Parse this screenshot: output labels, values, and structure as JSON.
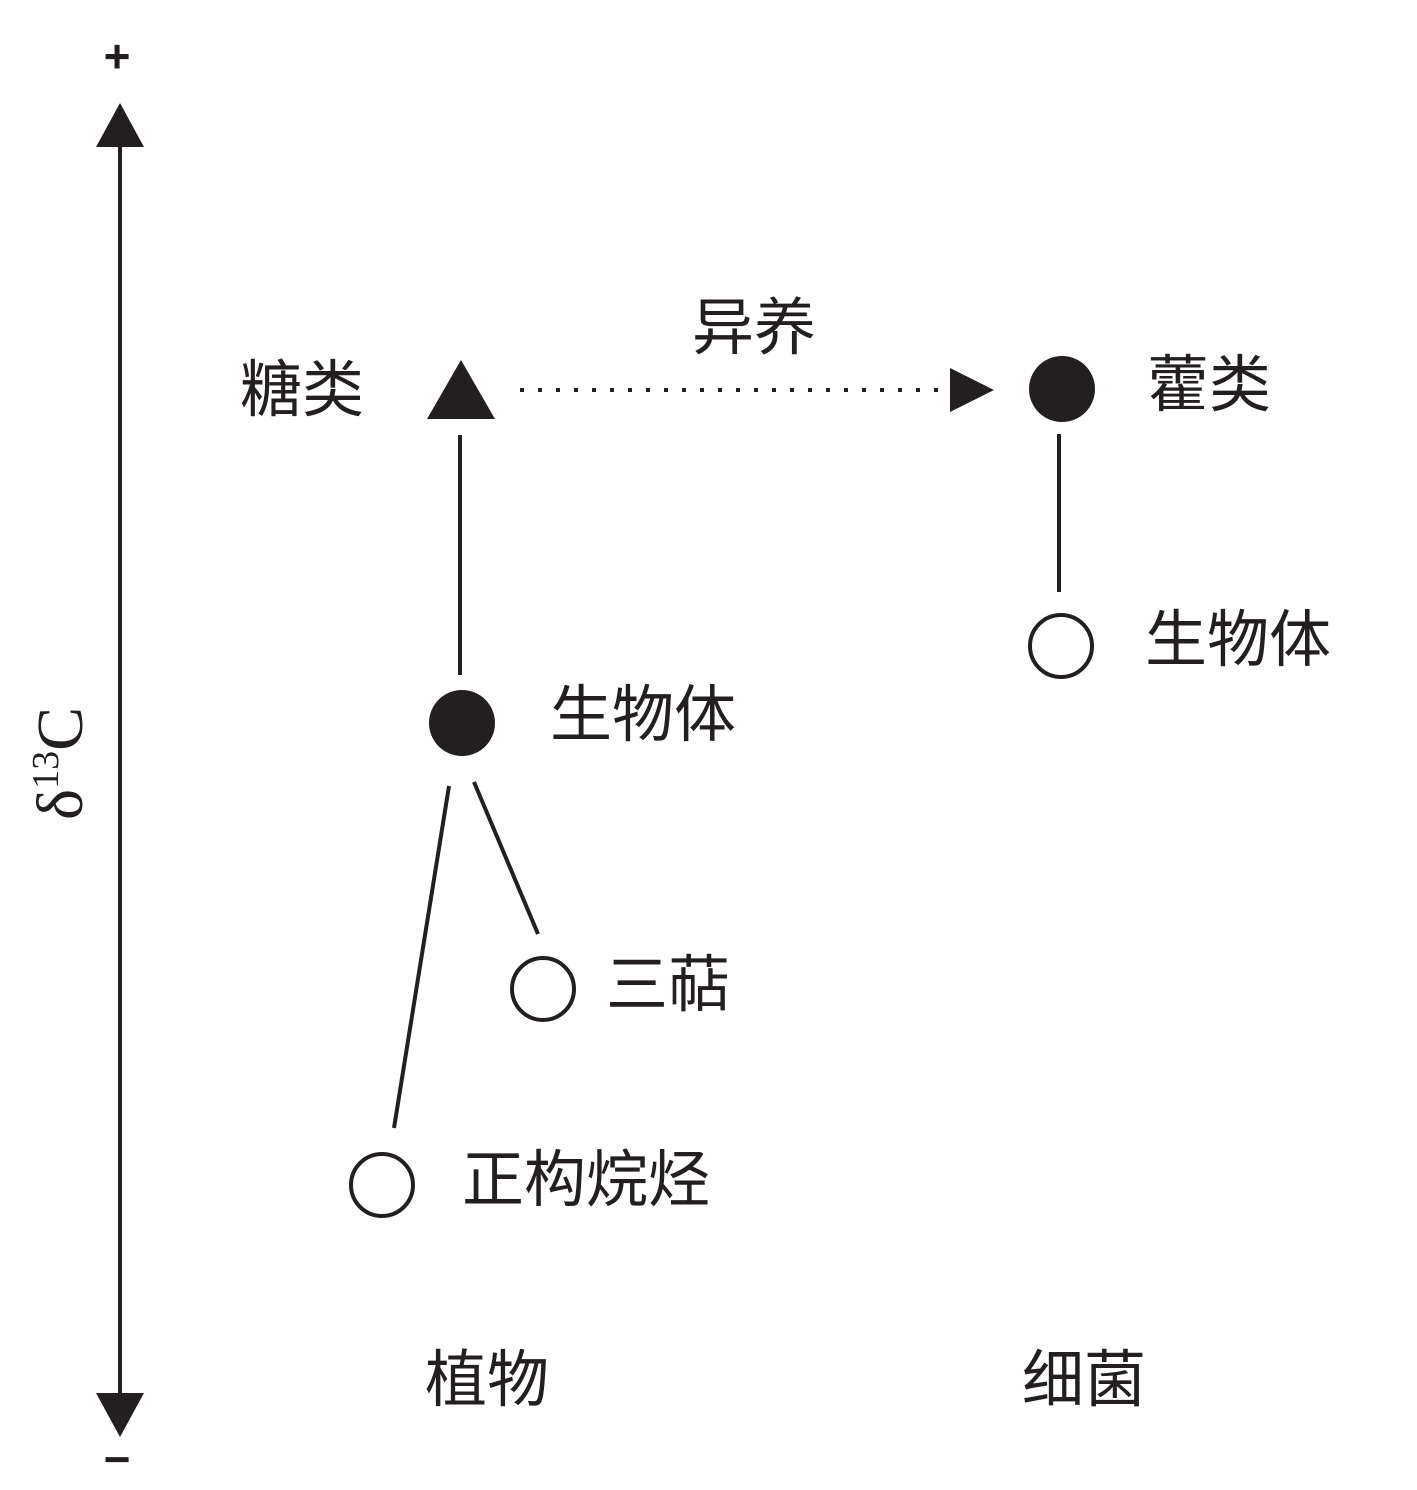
{
  "axis": {
    "name": "δ",
    "superscript": "13",
    "suffix": "C",
    "top_sign": "+",
    "bottom_sign": "−"
  },
  "plant": {
    "column_label": "植物",
    "sugar_label": "糖类",
    "biomass_label": "生物体",
    "triterpene_label": "三萜",
    "alkane_label": "正构烷烃"
  },
  "bacteria": {
    "column_label": "细菌",
    "hopanoid_label": "藿类",
    "biomass_label": "生物体"
  },
  "arrow": {
    "label": "异养"
  },
  "colors": {
    "ink": "#231f20",
    "background": "#ffffff"
  }
}
